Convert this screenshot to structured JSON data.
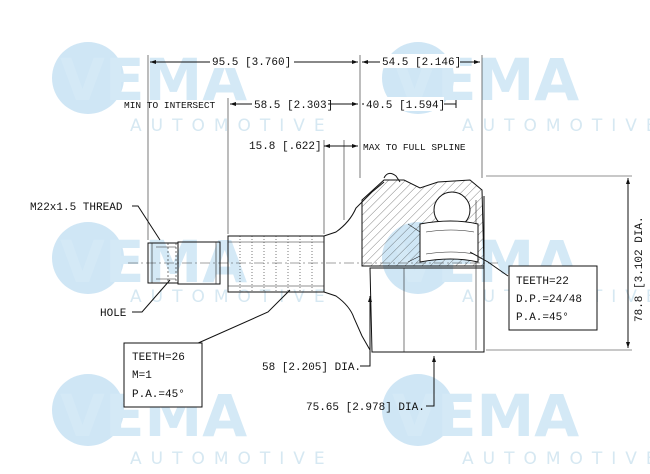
{
  "watermark": {
    "brand": "VEMA",
    "tagline": "AUTOMOTIVE",
    "color": "#cfe6f5",
    "tagline_color": "#d6e8f2"
  },
  "dimensions": {
    "overall_left": "95.5 [3.760]",
    "overall_right": "54.5 [2.146]",
    "min_intersect_label": "MIN TO INTERSECT",
    "min_intersect_value": "58.5 [2.303]",
    "right_40": "40.5 [1.594]",
    "spline_value": "15.8 [.622]",
    "spline_label": "MAX TO FULL SPLINE",
    "thread": "M22x1.5 THREAD",
    "hole": "HOLE",
    "dia_58": "58 [2.205] DIA.",
    "dia_75": "75.65 [2.978] DIA.",
    "dia_78": "78.8 [3.102 DIA."
  },
  "callouts": {
    "inner": {
      "teeth": "TEETH=22",
      "dp": "D.P.=24/48",
      "pa": "P.A.=45°"
    },
    "outer": {
      "teeth": "TEETH=26",
      "m": "M=1",
      "pa": "P.A.=45°"
    }
  }
}
